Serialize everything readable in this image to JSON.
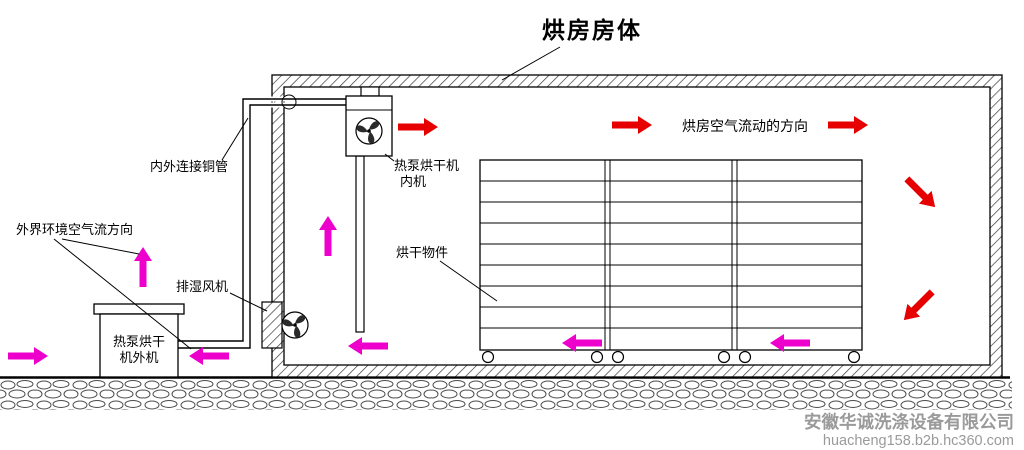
{
  "title": "烘房房体",
  "labels": {
    "room_airflow": "烘房空气流动的方向",
    "indoor_unit_line1": "热泵烘干机",
    "indoor_unit_line2": "内机",
    "drying_items": "烘干物件",
    "connecting_pipe": "内外连接铜管",
    "ambient_airflow": "外界环境空气流方向",
    "exhaust_fan": "排湿风机",
    "outdoor_unit_line1": "热泵烘干",
    "outdoor_unit_line2": "机外机"
  },
  "watermark": {
    "company": "安徽华诚洗涤设备有限公司",
    "website": "huacheng158.b2b.hc360.com"
  },
  "colors": {
    "hot_air_arrow": "#e60000",
    "moist_air_arrow": "#ee00cc",
    "line": "#000000",
    "watermark_text": "#9a9a9a"
  }
}
